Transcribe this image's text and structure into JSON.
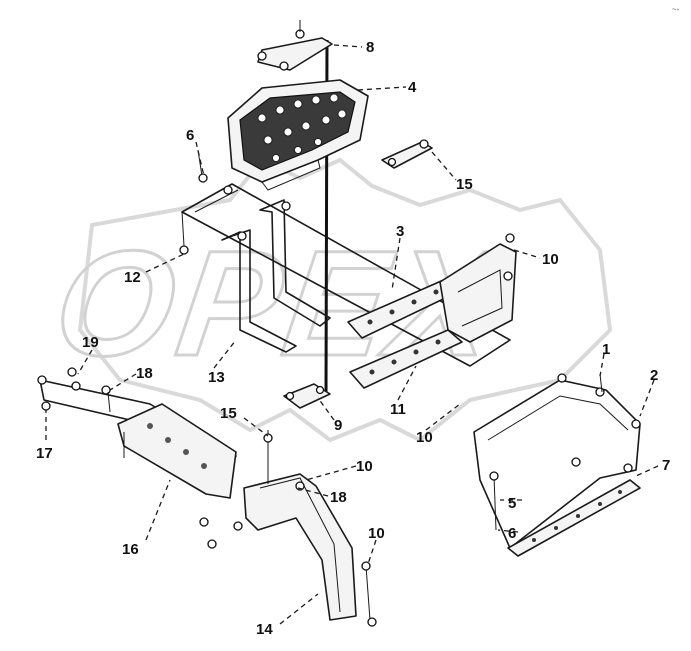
{
  "watermark": {
    "text": "OPEX"
  },
  "page_mark": "~-",
  "callouts": [
    {
      "id": "c8",
      "label": "8"
    },
    {
      "id": "c4",
      "label": "4"
    },
    {
      "id": "c6a",
      "label": "6"
    },
    {
      "id": "c15a",
      "label": "15"
    },
    {
      "id": "c3",
      "label": "3"
    },
    {
      "id": "c10a",
      "label": "10"
    },
    {
      "id": "c12",
      "label": "12"
    },
    {
      "id": "c13",
      "label": "13"
    },
    {
      "id": "c19",
      "label": "19"
    },
    {
      "id": "c18a",
      "label": "18"
    },
    {
      "id": "c17",
      "label": "17"
    },
    {
      "id": "c11",
      "label": "11"
    },
    {
      "id": "c1",
      "label": "1"
    },
    {
      "id": "c2",
      "label": "2"
    },
    {
      "id": "c15b",
      "label": "15"
    },
    {
      "id": "c9",
      "label": "9"
    },
    {
      "id": "c10b",
      "label": "10"
    },
    {
      "id": "c10c",
      "label": "10"
    },
    {
      "id": "c7",
      "label": "7"
    },
    {
      "id": "c18b",
      "label": "18"
    },
    {
      "id": "c16",
      "label": "16"
    },
    {
      "id": "c5",
      "label": "5"
    },
    {
      "id": "c6b",
      "label": "6"
    },
    {
      "id": "c10d",
      "label": "10"
    },
    {
      "id": "c14",
      "label": "14"
    }
  ]
}
